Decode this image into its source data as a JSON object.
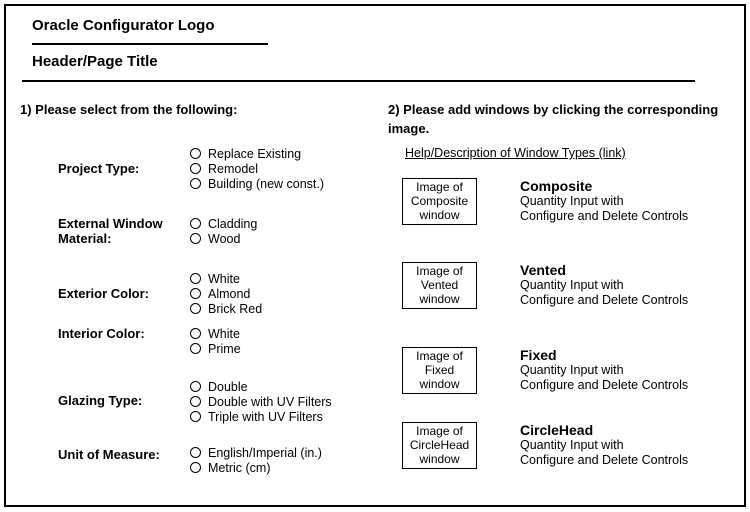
{
  "header": {
    "logo": "Oracle Configurator Logo",
    "page_title": "Header/Page Title"
  },
  "left_panel": {
    "heading": "1) Please select from the following:",
    "groups": [
      {
        "label": "Project Type:",
        "options": [
          "Replace Existing",
          "Remodel",
          "Building (new const.)"
        ]
      },
      {
        "label": "External Window Material:",
        "options": [
          "Cladding",
          "Wood"
        ]
      },
      {
        "label": "Exterior Color:",
        "options": [
          "White",
          "Almond",
          "Brick Red"
        ]
      },
      {
        "label": "Interior Color:",
        "options": [
          "White",
          "Prime"
        ]
      },
      {
        "label": "Glazing Type:",
        "options": [
          "Double",
          "Double with UV Filters",
          "Triple with UV Filters"
        ]
      },
      {
        "label": "Unit of Measure:",
        "options": [
          "English/Imperial (in.)",
          "Metric (cm)"
        ]
      }
    ]
  },
  "right_panel": {
    "heading": "2) Please add windows by clicking the corresponding image.",
    "help_link": "Help/Description of Window Types (link)",
    "windows": [
      {
        "name": "Composite",
        "image_lines": [
          "Image of",
          "Composite",
          "window"
        ],
        "controls": [
          "Quantity Input with",
          "Configure and Delete Controls"
        ]
      },
      {
        "name": "Vented",
        "image_lines": [
          "Image of",
          "Vented",
          "window"
        ],
        "controls": [
          "Quantity Input with",
          "Configure and Delete Controls"
        ]
      },
      {
        "name": "Fixed",
        "image_lines": [
          "Image of",
          "Fixed",
          "window"
        ],
        "controls": [
          "Quantity Input with",
          "Configure and Delete Controls"
        ]
      },
      {
        "name": "CircleHead",
        "image_lines": [
          "Image of",
          "CircleHead",
          "window"
        ],
        "controls": [
          "Quantity Input with",
          "Configure and Delete Controls"
        ]
      }
    ]
  },
  "colors": {
    "text": "#000000",
    "background": "#ffffff",
    "border": "#000000"
  }
}
